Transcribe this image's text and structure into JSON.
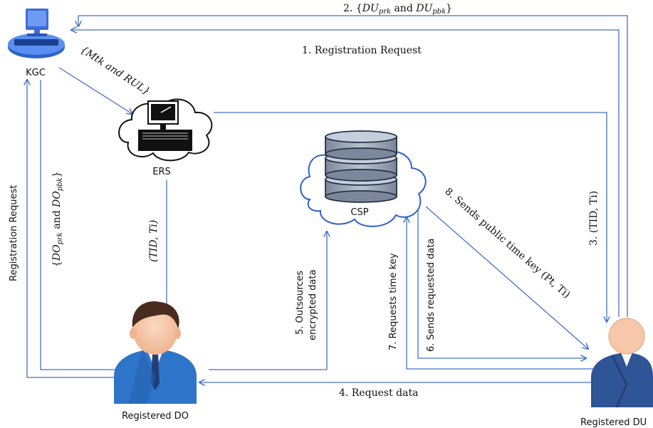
{
  "nodes": {
    "kgc": "KGC",
    "ers": "ERS",
    "csp": "CSP",
    "do": "Registered DO",
    "du": "Registered DU"
  },
  "edges": {
    "e2_prefix": "2. {",
    "e2_v1": "DU",
    "e2_s1": "prk",
    "e2_and": " and ",
    "e2_v2": "DU",
    "e2_s2": "pbk",
    "e2_suffix": "}",
    "e1": "1. Registration Request",
    "mtk": "{Mtk and RUL}",
    "reg_req_do": "Registration Request",
    "do_keys_prefix": "{",
    "do_keys_v1": "DO",
    "do_keys_s1": "prk",
    "do_keys_and": " and ",
    "do_keys_v2": "DO",
    "do_keys_s2": "pbk",
    "do_keys_suffix": "}",
    "tid_ti": "(TID, Ti)",
    "e3": "3. (TID, Ti)",
    "e5_l1": "5. Outsources",
    "e5_l2": "encrypted data",
    "e7": "7. Requests time key",
    "e6": "6. Sends requested data",
    "e8": "8. Sends public time key (Pt, Ti)",
    "e4": "4. Request data"
  },
  "colors": {
    "arrow": "#4472c4",
    "device_blue": "#3d6bd8",
    "db_gray": "#9aa6b6",
    "person_skin": "#f6c7a8",
    "do_suit": "#2e74c8",
    "du_suit": "#2f5597"
  }
}
